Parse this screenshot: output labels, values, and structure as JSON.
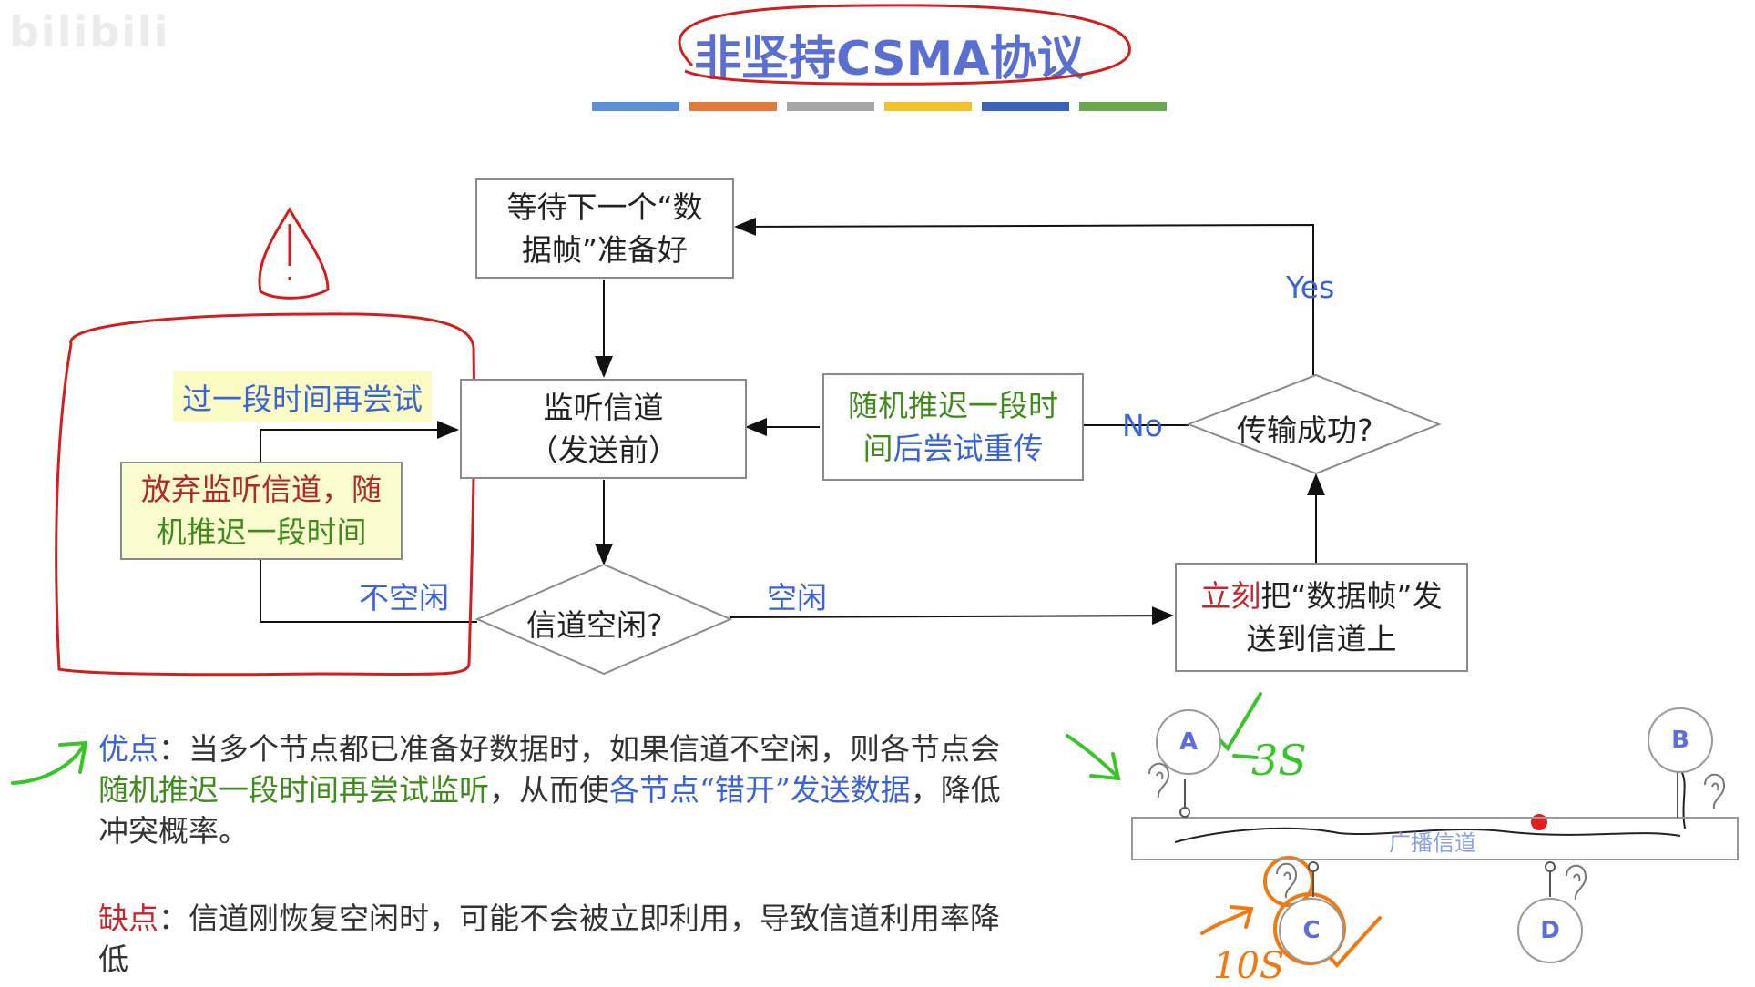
{
  "watermark": "bilibili",
  "title": "非坚持CSMA协议",
  "color_bars": [
    "#5b8fd6",
    "#e07b39",
    "#a5a5a5",
    "#f2c12e",
    "#3d63b8",
    "#6aa84f"
  ],
  "flowchart": {
    "wait_box": {
      "line1": "等待下一个“数",
      "line2": "据帧”准备好"
    },
    "listen_box": {
      "line1": "监听信道",
      "line2": "（发送前）"
    },
    "idle_diamond": "信道空闲?",
    "send_box": {
      "prefix": "立刻",
      "line1_rest": "把“数据帧”发",
      "line2": "送到信道上"
    },
    "success_diamond": "传输成功?",
    "retry_box": {
      "line1": "随机推迟一段时",
      "line2_prefix": "间",
      "line2_rest": "后尝试重传"
    },
    "giveup_box": {
      "line1": "放弃监听信道，随",
      "line2": "机推迟一段时间"
    },
    "retry_label": "过一段时间再尝试",
    "label_busy": "不空闲",
    "label_idle": "空闲",
    "label_yes": "Yes",
    "label_no": "No"
  },
  "advantage": {
    "heading": "优点",
    "colon": "：",
    "t1": "当多个节点都已准备好数据时，如果信道不空闲，则各节点会",
    "t2": "随机推迟一段时间再尝试监听",
    "t3": "，从而使",
    "t4": "各节点“错开”发送数据",
    "t5": "，降低冲突概率。"
  },
  "disadvantage": {
    "heading": "缺点",
    "colon": "：",
    "text": "信道刚恢复空闲时，可能不会被立即利用，导致信道利用率降低"
  },
  "bus": {
    "nodes": [
      "A",
      "B",
      "C",
      "D"
    ],
    "bus_label": "广播信道",
    "annot_a": "3S",
    "annot_c": "10S"
  },
  "colors": {
    "blue_text": "#3a63d6",
    "green_text": "#3f8c1d",
    "red_text": "#c0282d",
    "highlight": "#fbfbc4",
    "annot_red": "#d11f1f",
    "annot_green": "#39c42a",
    "annot_orange": "#f07a12"
  }
}
